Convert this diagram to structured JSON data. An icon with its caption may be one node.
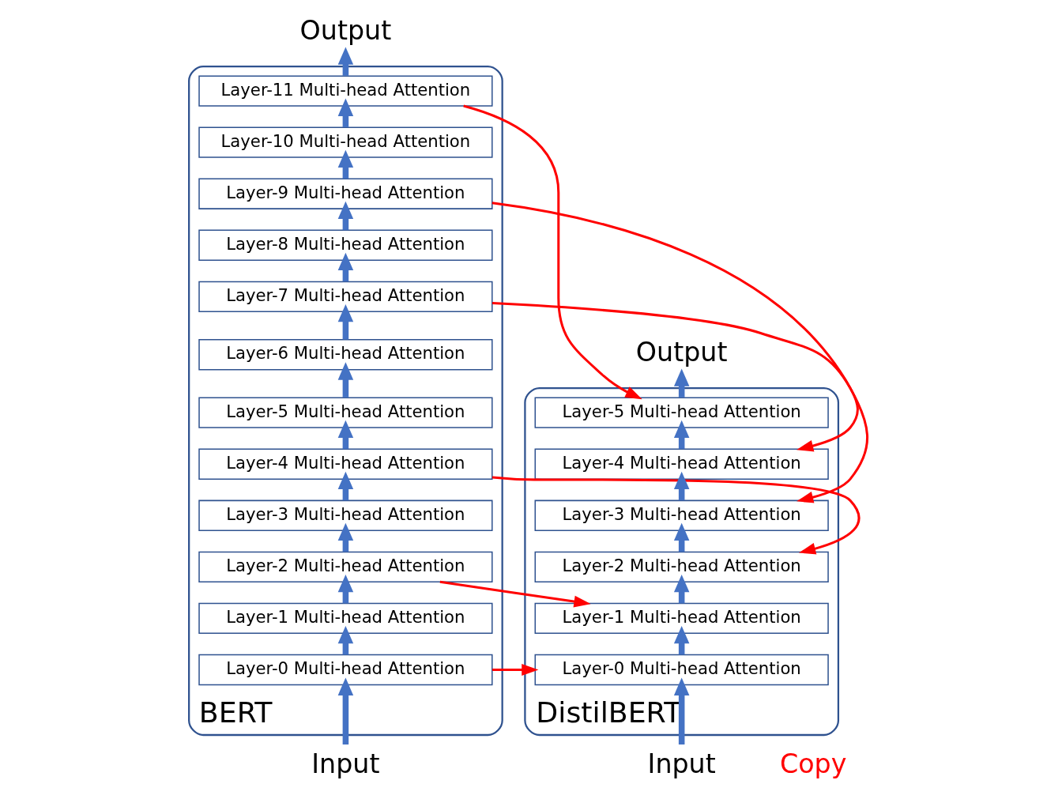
{
  "diagram": {
    "nodes": [
      {
        "text": [
          "BERT"
        ]
      },
      {
        "text": [
          "Layer-11 Multi-head Attention"
        ],
        "in": 0
      },
      {
        "text": [
          "Layer-10 Multi-head Attention"
        ],
        "in": 0
      },
      {
        "text": [
          "Layer-9 Multi-head Attention"
        ],
        "in": 0
      },
      {
        "text": [
          "Layer-8 Multi-head Attention"
        ],
        "in": 0
      },
      {
        "text": [
          "Layer-7 Multi-head Attention"
        ],
        "in": 0
      },
      {
        "text": [
          "Layer-6 Multi-head Attention"
        ],
        "in": 0
      },
      {
        "text": [
          "Layer-5 Multi-head Attention"
        ],
        "in": 0
      },
      {
        "text": [
          "Layer-4 Multi-head Attention"
        ],
        "in": 0
      },
      {
        "text": [
          "Layer-3 Multi-head Attention"
        ],
        "in": 0
      },
      {
        "text": [
          "Layer-2 Multi-head Attention"
        ],
        "in": 0
      },
      {
        "text": [
          "Layer-1 Multi-head Attention"
        ],
        "in": 0
      },
      {
        "text": [
          "Layer-0 Multi-head Attention"
        ],
        "in": 0
      },
      {
        "text": [
          "Output"
        ]
      },
      {
        "text": [
          "Input"
        ]
      },
      {
        "text": [
          "DistilBERT"
        ]
      },
      {
        "text": [
          "Layer-5 Multi-head Attention"
        ],
        "in": 15
      },
      {
        "text": [
          "Layer-4 Multi-head Attention"
        ],
        "in": 15
      },
      {
        "text": [
          "Layer-3 Multi-head Attention"
        ],
        "in": 15
      },
      {
        "text": [
          "Layer-2 Multi-head Attention"
        ],
        "in": 15
      },
      {
        "text": [
          "Layer-1 Multi-head Attention"
        ],
        "in": 15
      },
      {
        "text": [
          "Layer-0 Multi-head Attention"
        ],
        "in": 15
      },
      {
        "text": [
          "Output"
        ]
      },
      {
        "text": [
          "Input"
        ]
      }
    ],
    "edges": [
      {
        "from": 14,
        "to": 12,
        "arrow": "to"
      },
      {
        "from": 12,
        "to": 11,
        "arrow": "to"
      },
      {
        "from": 11,
        "to": 10,
        "arrow": "to"
      },
      {
        "from": 10,
        "to": 9,
        "arrow": "to"
      },
      {
        "from": 9,
        "to": 8,
        "arrow": "to"
      },
      {
        "from": 8,
        "to": 7,
        "arrow": "to"
      },
      {
        "from": 7,
        "to": 6,
        "arrow": "to"
      },
      {
        "from": 6,
        "to": 5,
        "arrow": "to"
      },
      {
        "from": 5,
        "to": 4,
        "arrow": "to"
      },
      {
        "from": 4,
        "to": 3,
        "arrow": "to"
      },
      {
        "from": 3,
        "to": 2,
        "arrow": "to"
      },
      {
        "from": 2,
        "to": 1,
        "arrow": "to"
      },
      {
        "from": 1,
        "to": 13,
        "arrow": "to"
      },
      {
        "from": 23,
        "to": 21,
        "arrow": "to"
      },
      {
        "from": 21,
        "to": 20,
        "arrow": "to"
      },
      {
        "from": 20,
        "to": 19,
        "arrow": "to"
      },
      {
        "from": 19,
        "to": 18,
        "arrow": "to"
      },
      {
        "from": 18,
        "to": 17,
        "arrow": "to"
      },
      {
        "from": 17,
        "to": 16,
        "arrow": "to"
      },
      {
        "from": 16,
        "to": 22,
        "arrow": "to"
      },
      {
        "from": 1,
        "to": 16,
        "arrow": "to",
        "color": "#ff0000"
      },
      {
        "from": 3,
        "to": 17,
        "arrow": "to",
        "color": "#ff0000"
      },
      {
        "from": 5,
        "to": 18,
        "arrow": "to",
        "color": "#ff0000"
      },
      {
        "from": 8,
        "to": 19,
        "arrow": "to",
        "color": "#ff0000"
      },
      {
        "from": 10,
        "to": 20,
        "arrow": "to",
        "color": "#ff0000"
      },
      {
        "from": 12,
        "to": 21,
        "arrow": "to",
        "color": "#ff0000"
      }
    ],
    "labels": [
      "Copy"
    ]
  }
}
